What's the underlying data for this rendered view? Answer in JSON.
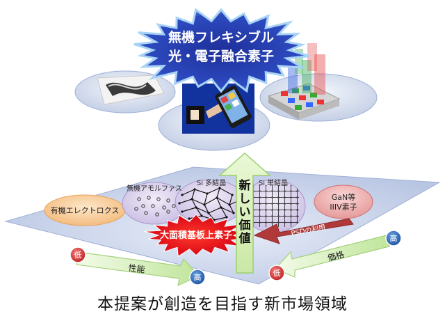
{
  "title_burst": {
    "line1": "無機フレキシブル",
    "line2": "光・電子融合素子"
  },
  "materials": {
    "organic": "有機エレクトロクス",
    "amorphous": "無機アモルファス",
    "poly_si": "Si 多結晶",
    "single_si": "Si 単結晶",
    "gan_line1": "GaN等",
    "gan_line2": "IIIV素子"
  },
  "large_area": "大面積基板上素子",
  "psd_usage": "PSDの利用",
  "new_value": [
    "新",
    "し",
    "い",
    "価",
    "値"
  ],
  "axes": {
    "performance": "性能",
    "price": "価格",
    "low": "低",
    "high": "高"
  },
  "caption": "本提案が創造を目指す新市場領域",
  "colors": {
    "plane": "#c9d4ea",
    "burst_fill": "#2a3fae",
    "burst_edge": "#a8d3f5",
    "red_burst": "#e8141c",
    "green_arrow": "#d7f0b4",
    "circle_red": "#d63b3b",
    "circle_blue": "#2f6bbd",
    "psd_arrow": "#b23535"
  }
}
